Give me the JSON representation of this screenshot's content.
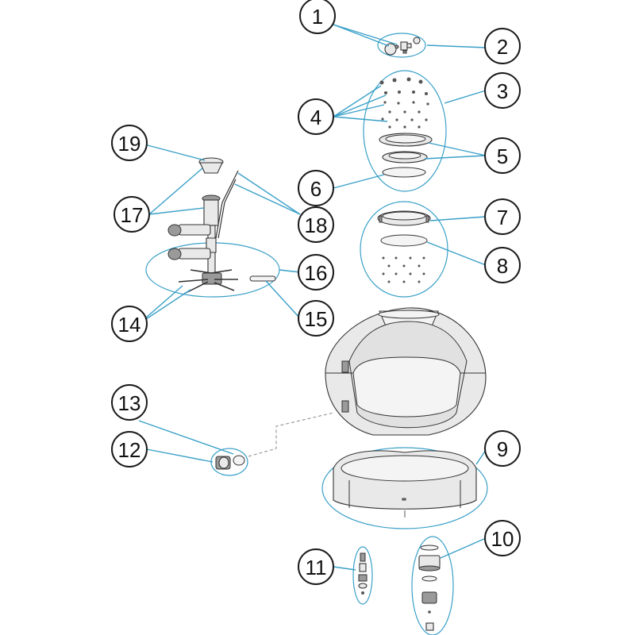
{
  "diagram": {
    "callouts": [
      {
        "id": "c1",
        "label": "1"
      },
      {
        "id": "c2",
        "label": "2"
      },
      {
        "id": "c3",
        "label": "3"
      },
      {
        "id": "c4",
        "label": "4"
      },
      {
        "id": "c5",
        "label": "5"
      },
      {
        "id": "c6",
        "label": "6"
      },
      {
        "id": "c7",
        "label": "7"
      },
      {
        "id": "c8",
        "label": "8"
      },
      {
        "id": "c9",
        "label": "9"
      },
      {
        "id": "c10",
        "label": "10"
      },
      {
        "id": "c11",
        "label": "11"
      },
      {
        "id": "c12",
        "label": "12"
      },
      {
        "id": "c13",
        "label": "13"
      },
      {
        "id": "c14",
        "label": "14"
      },
      {
        "id": "c15",
        "label": "15"
      },
      {
        "id": "c16",
        "label": "16"
      },
      {
        "id": "c17",
        "label": "17"
      },
      {
        "id": "c18",
        "label": "18"
      },
      {
        "id": "c19",
        "label": "19"
      }
    ],
    "colors": {
      "leader": "#3aa0c8",
      "outline": "#333333",
      "fill": "#e9e9e9"
    }
  }
}
